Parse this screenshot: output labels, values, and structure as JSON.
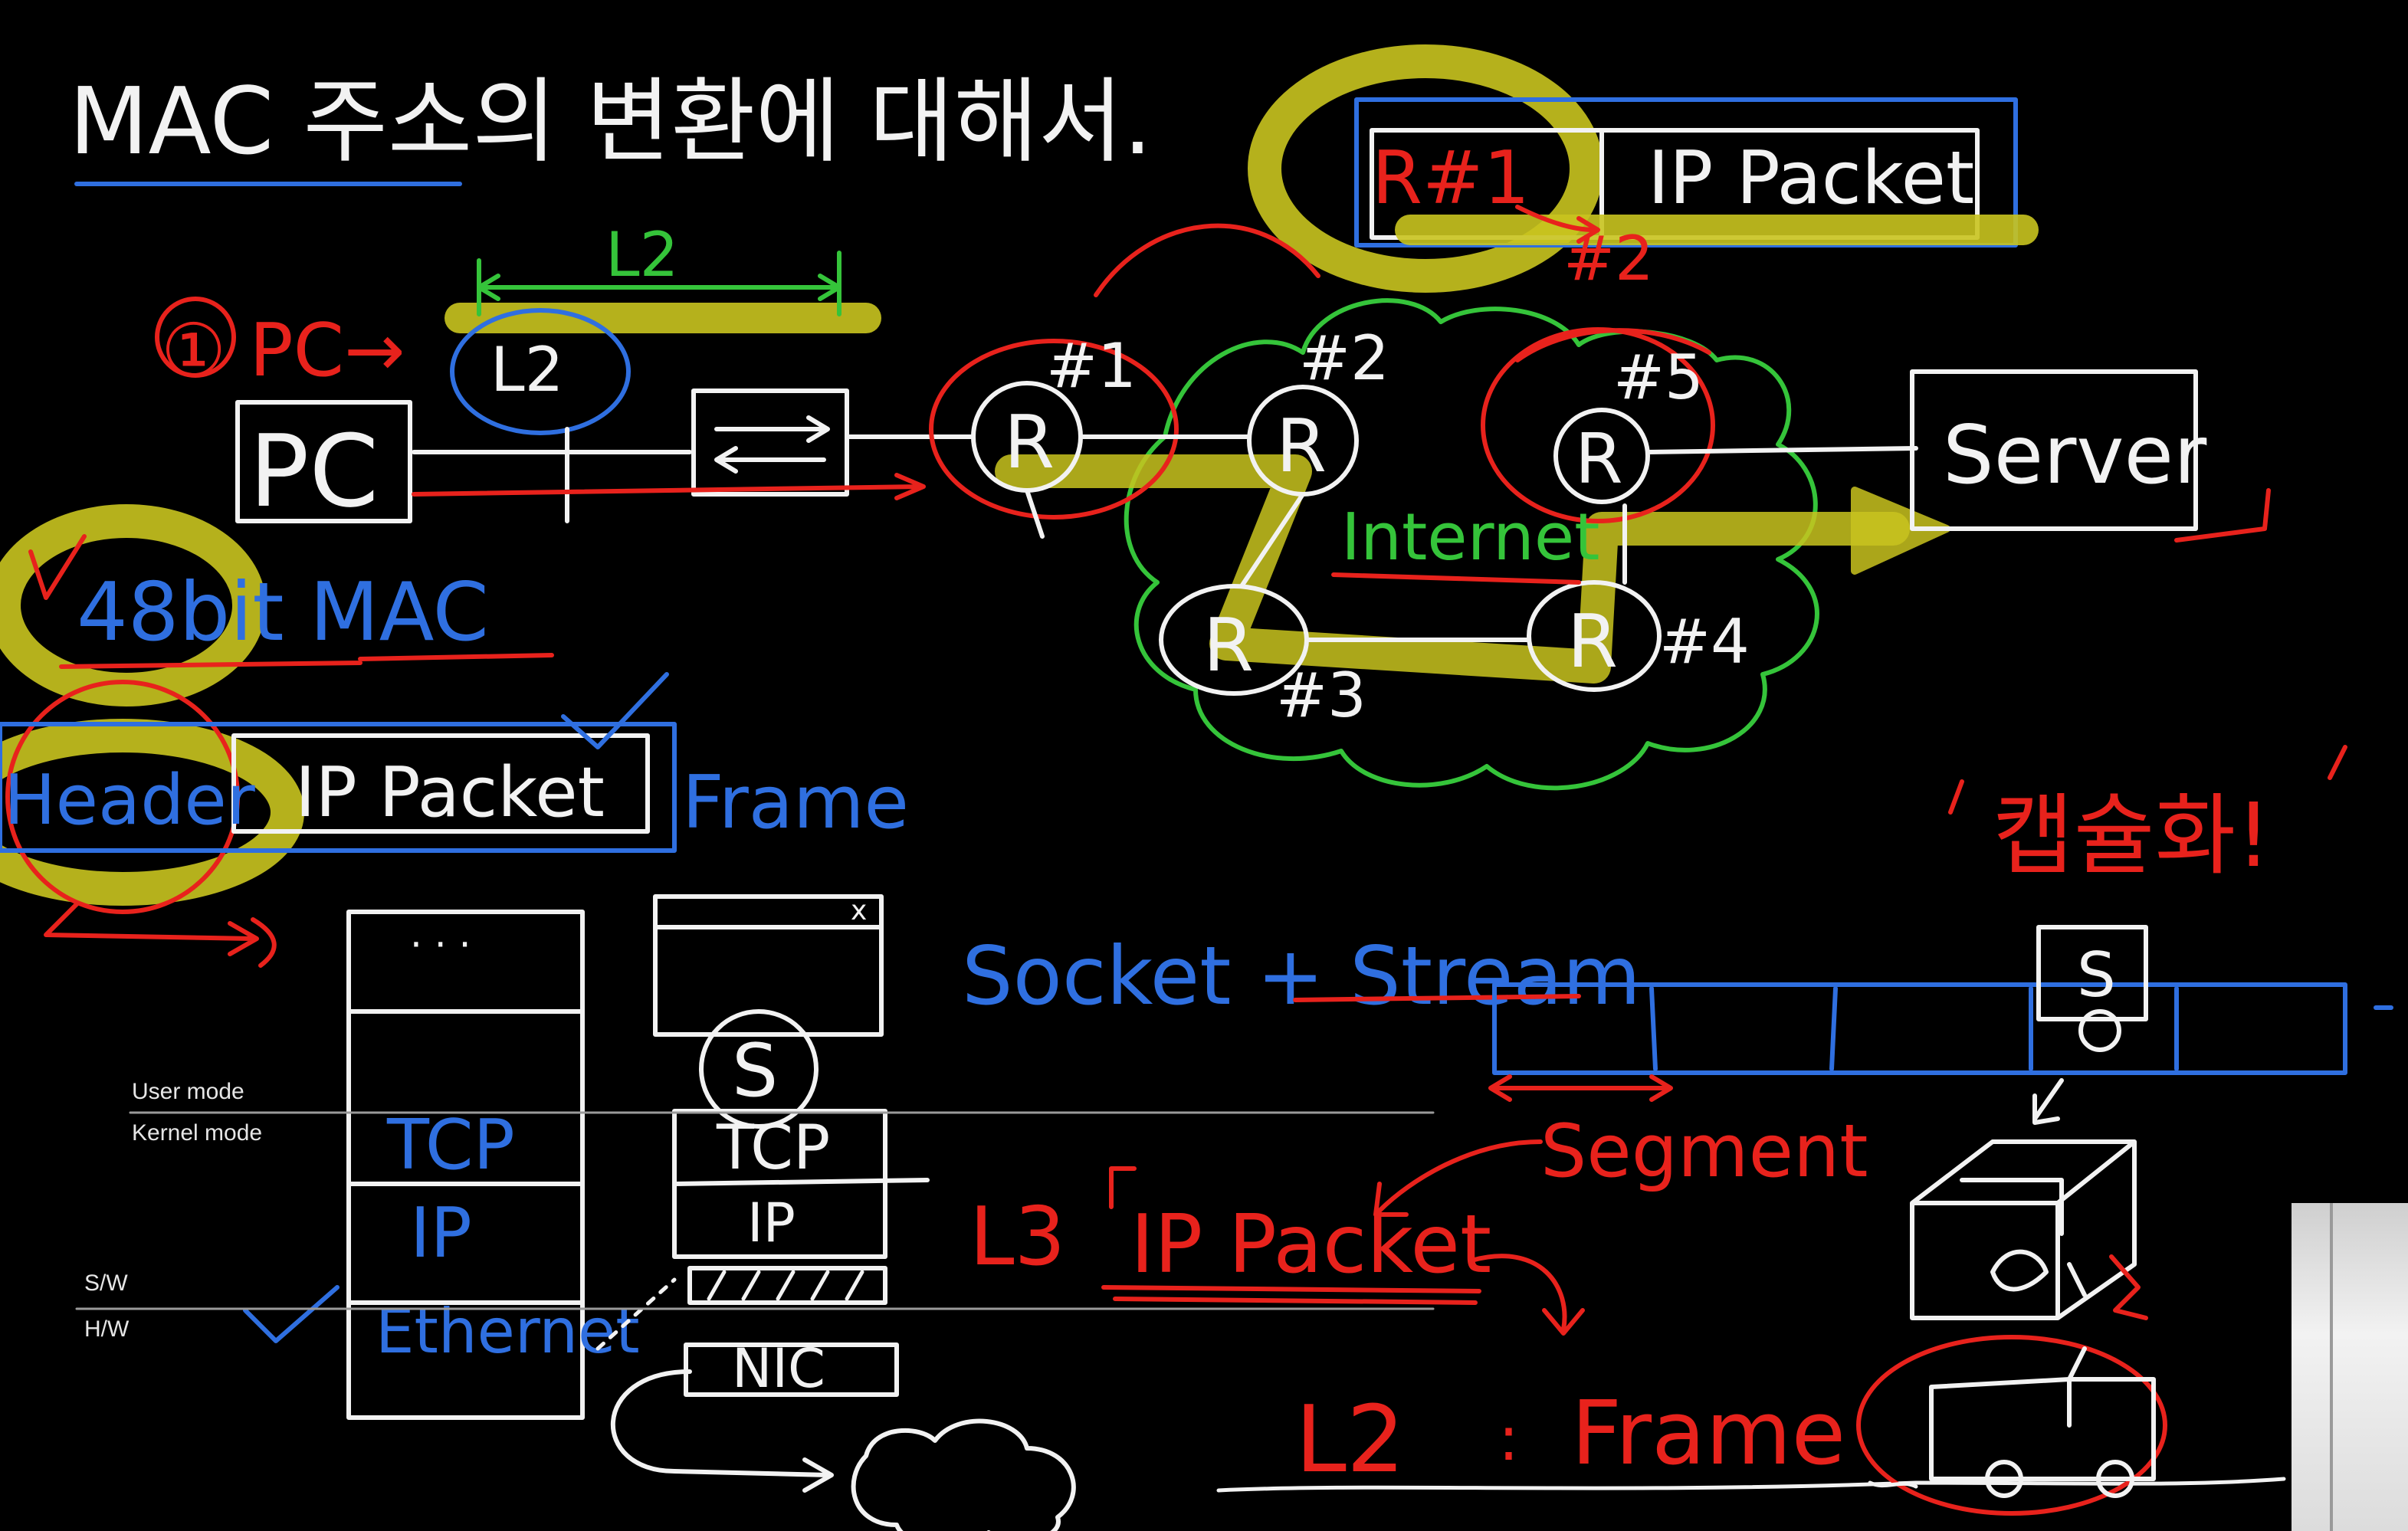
{
  "title": "MAC 주소의 변환에 대해서.",
  "step": "① PC→",
  "l2_label": "L2",
  "pc": "PC",
  "server": "Server",
  "router": "R",
  "router_tags": [
    "#1",
    "#2",
    "#3",
    "#4",
    "#5"
  ],
  "internet": "Internet",
  "top_packet": {
    "prefix": "R#1",
    "packet": "IP Packet",
    "tag": "#2"
  },
  "mac_note": "48bit MAC",
  "frame_diagram": {
    "header": "Header",
    "packet": "IP Packet",
    "frame": "Frame"
  },
  "stack": {
    "top": "· · ·",
    "layers": [
      "TCP",
      "IP",
      "Ethernet"
    ]
  },
  "socket_stack": {
    "socket": "S",
    "layers": [
      "TCP",
      "IP"
    ],
    "nic": "NIC"
  },
  "divider_labels": [
    "User mode",
    "Kernel mode",
    "S/W",
    "H/W"
  ],
  "socket_stream": "Socket + Stream",
  "segment": "Segment",
  "l3": {
    "layer": "L3",
    "packet": "IP Packet"
  },
  "l2_frame": {
    "layer": "L2",
    "frame": "Frame"
  },
  "encapsulation": "캡슐화!",
  "stream_socket": "S",
  "colors": {
    "background": "#000000",
    "white": "#f2f2f2",
    "red": "#e8221c",
    "blue": "#2f6fe0",
    "green": "#35c43a",
    "highlight": "#c9c41f"
  }
}
